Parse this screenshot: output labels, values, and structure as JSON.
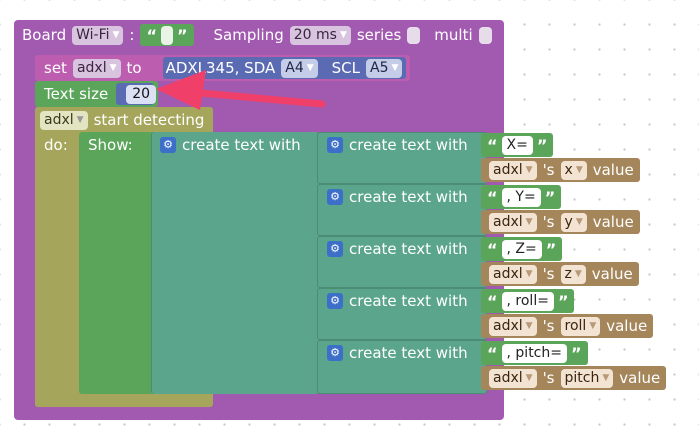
{
  "board": {
    "label": "Board",
    "connection": "Wi-Fi",
    "colon": ":",
    "device_id": "",
    "sampling_label": "Sampling",
    "sampling_value": "20 ms",
    "series_label": "series",
    "multi_label": "multi"
  },
  "set_block": {
    "set_label": "set",
    "var": "adxl",
    "to_label": "to",
    "device": "ADXL345, SDA",
    "sda_pin": "A4",
    "scl_label": "SCL",
    "scl_pin": "A5"
  },
  "text_size": {
    "label": "Text size",
    "value": "20"
  },
  "detect": {
    "var": "adxl",
    "label": "start detecting",
    "do_label": "do:",
    "show_label": "Show:"
  },
  "outer_create": {
    "label": "create text with"
  },
  "rows": [
    {
      "create_label": "create text with",
      "text": "X=",
      "var": "adxl",
      "possessive": "'s",
      "axis": "x",
      "value_label": "value"
    },
    {
      "create_label": "create text with",
      "text": ", Y=",
      "var": "adxl",
      "possessive": "'s",
      "axis": "y",
      "value_label": "value"
    },
    {
      "create_label": "create text with",
      "text": ", Z=",
      "var": "adxl",
      "possessive": "'s",
      "axis": "z",
      "value_label": "value"
    },
    {
      "create_label": "create text with",
      "text": ", roll=",
      "var": "adxl",
      "possessive": "'s",
      "axis": "roll",
      "value_label": "value"
    },
    {
      "create_label": "create text with",
      "text": ", pitch=",
      "var": "adxl",
      "possessive": "'s",
      "axis": "pitch",
      "value_label": "value"
    }
  ],
  "colors": {
    "board": "#a15aaf",
    "variable": "#bc5db0",
    "device": "#5b6bb3",
    "text_size": "#5ba55b",
    "detect": "#a5a65b",
    "show": "#5ba55b",
    "text": "#5ba58c",
    "getter": "#a5865b",
    "arrow": "#f0406a"
  },
  "icons": {
    "gear": "gear-icon",
    "dropdown": "chevron-down-icon",
    "annotation": "red-arrow-icon"
  }
}
